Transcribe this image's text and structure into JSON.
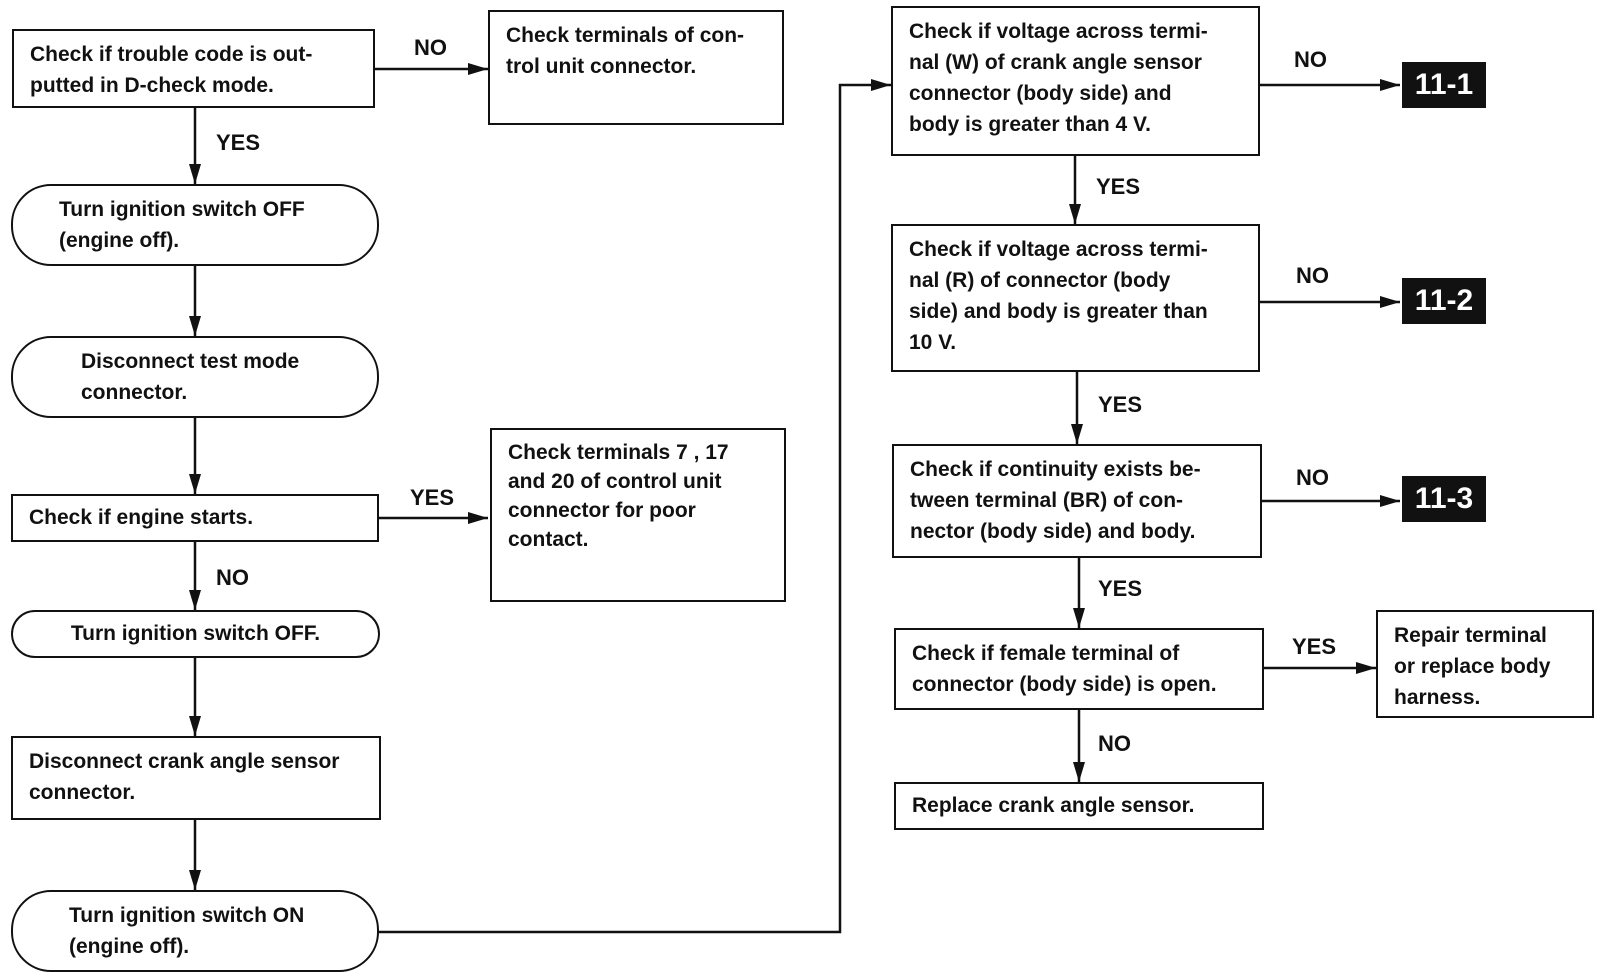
{
  "boxes": {
    "trouble_code": "Check if trouble code is out-\nputted in D-check mode.",
    "check_terminals_cu": "Check terminals of con-\ntrol unit connector.",
    "ignition_off_engine_off": "Turn ignition switch OFF\n(engine off).",
    "disconnect_test_mode": "Disconnect test mode\nconnector.",
    "engine_starts": "Check if engine starts.",
    "check_terminals_7_17_20": "Check terminals 7 , 17\nand 20 of control unit\nconnector for poor\ncontact.",
    "ignition_off": "Turn ignition switch OFF.",
    "disconnect_crank": "Disconnect crank angle sensor\nconnector.",
    "ignition_on": "Turn ignition switch ON\n(engine off).",
    "voltage_w": "Check if voltage across termi-\nnal (W) of crank angle sensor\nconnector (body side) and\nbody is greater than 4 V.",
    "voltage_r": "Check if voltage across termi-\nnal (R) of connector (body\nside) and body is greater than\n10 V.",
    "continuity_br": "Check if continuity exists be-\ntween terminal (BR) of con-\nnector (body side) and body.",
    "female_terminal": "Check if female terminal of\nconnector (body side) is open.",
    "repair_terminal": "Repair terminal\nor replace body\nharness.",
    "replace_sensor": "Replace crank angle sensor."
  },
  "labels": {
    "no_1": "NO",
    "yes_1": "YES",
    "yes_2": "YES",
    "no_2": "NO",
    "no_3": "NO",
    "yes_3": "YES",
    "no_4": "NO",
    "yes_4": "YES",
    "no_5": "NO",
    "yes_5": "YES",
    "yes_6": "YES",
    "no_6": "NO"
  },
  "tags": {
    "t1": "11-1",
    "t2": "11-2",
    "t3": "11-3"
  }
}
